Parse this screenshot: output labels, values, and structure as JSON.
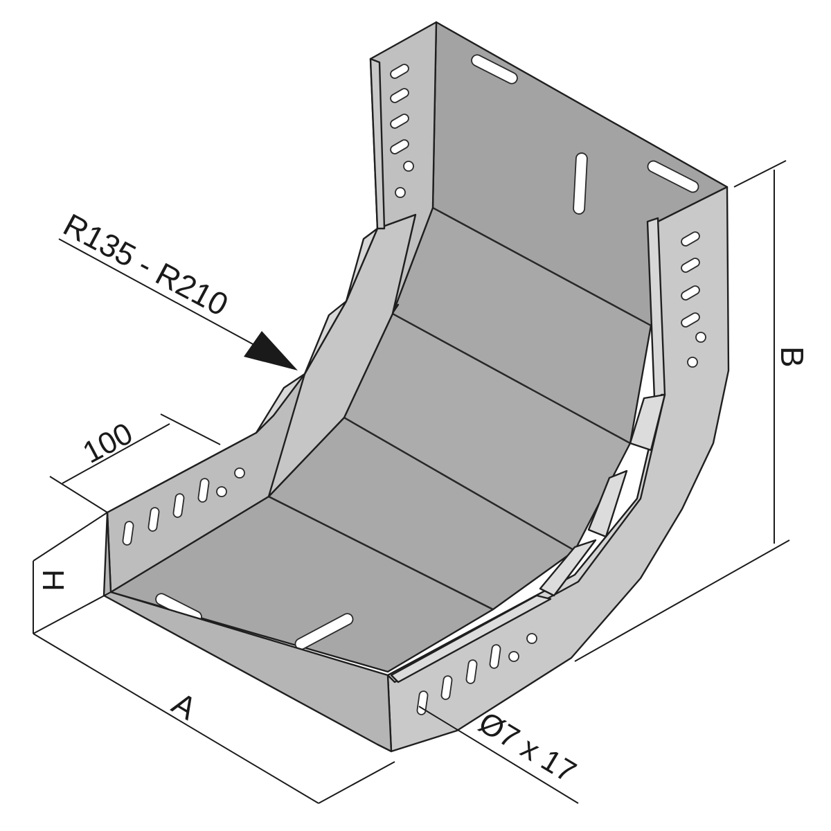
{
  "labels": {
    "radius": "R135 - R210",
    "flange_length": "100",
    "height": "H",
    "width_a": "A",
    "height_b": "B",
    "slot": "Ø7 x 17"
  },
  "colors": {
    "floor": "#a6a6a6",
    "wall_inner": "#a9a9a9",
    "wall_top": "#c2c2c2",
    "outer_face": "#c8c8c8",
    "rim": "#d9d9d9",
    "line": "#1a1a1a"
  }
}
